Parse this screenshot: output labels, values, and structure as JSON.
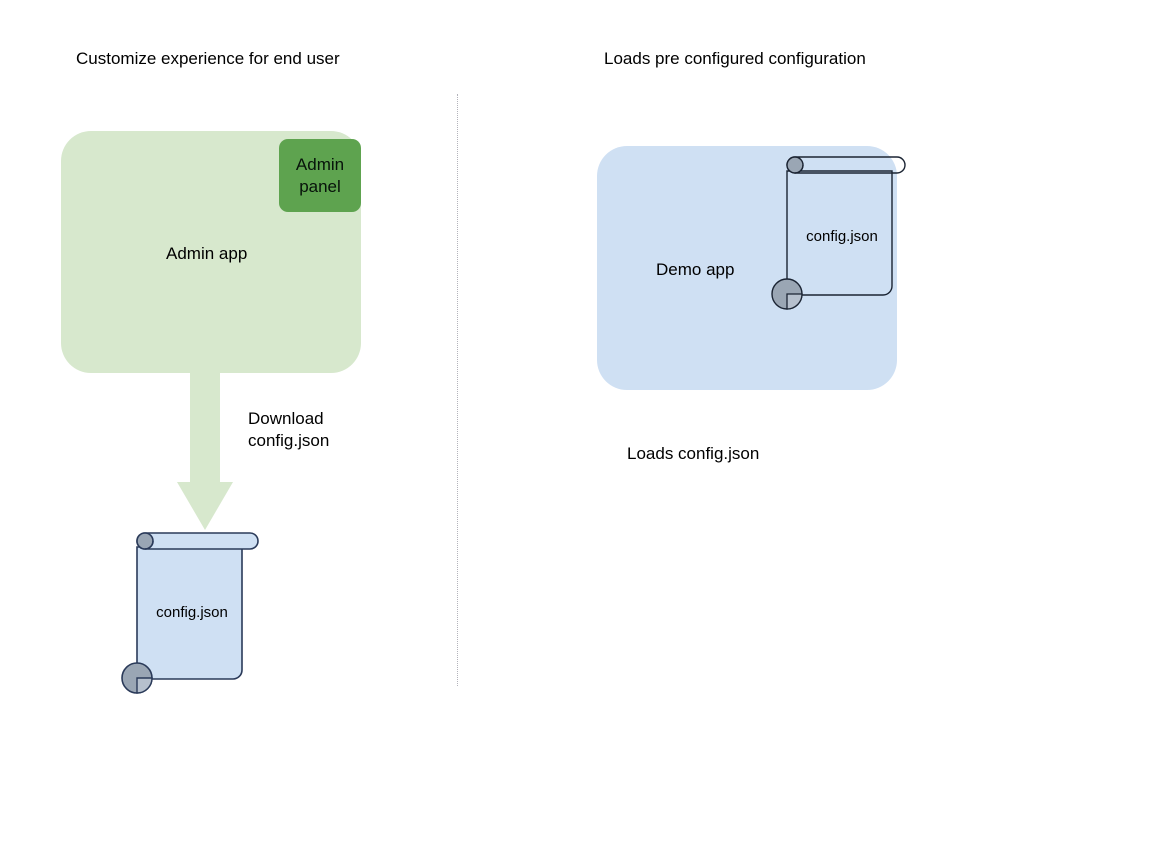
{
  "diagram": {
    "columns": [
      {
        "id": "left",
        "title": "Customize experience for end user",
        "app": {
          "label": "Admin app",
          "fill": "#d7e8cd",
          "chip": {
            "label": "Admin\npanel",
            "line1": "Admin",
            "line2": "panel",
            "fill": "#5ea34f"
          }
        },
        "arrow": {
          "label_line1": "Download",
          "label_line2": "config.json",
          "fill": "#d7e8cd",
          "direction": "down"
        },
        "document": {
          "label": "config.json",
          "fill": "#cfe0f3",
          "stroke": "#2a3a59"
        }
      },
      {
        "id": "right",
        "title": "Loads pre configured configuration",
        "app": {
          "label": "Demo app",
          "fill": "#cfe0f3"
        },
        "document": {
          "label": "config.json",
          "fill": "transparent",
          "stroke": "#1b2433"
        },
        "caption": "Loads config.json"
      }
    ],
    "divider": {
      "style": "dotted",
      "color": "#9a9aa5"
    },
    "icons": {
      "scroll_curl": "scroll-curl-icon"
    }
  }
}
